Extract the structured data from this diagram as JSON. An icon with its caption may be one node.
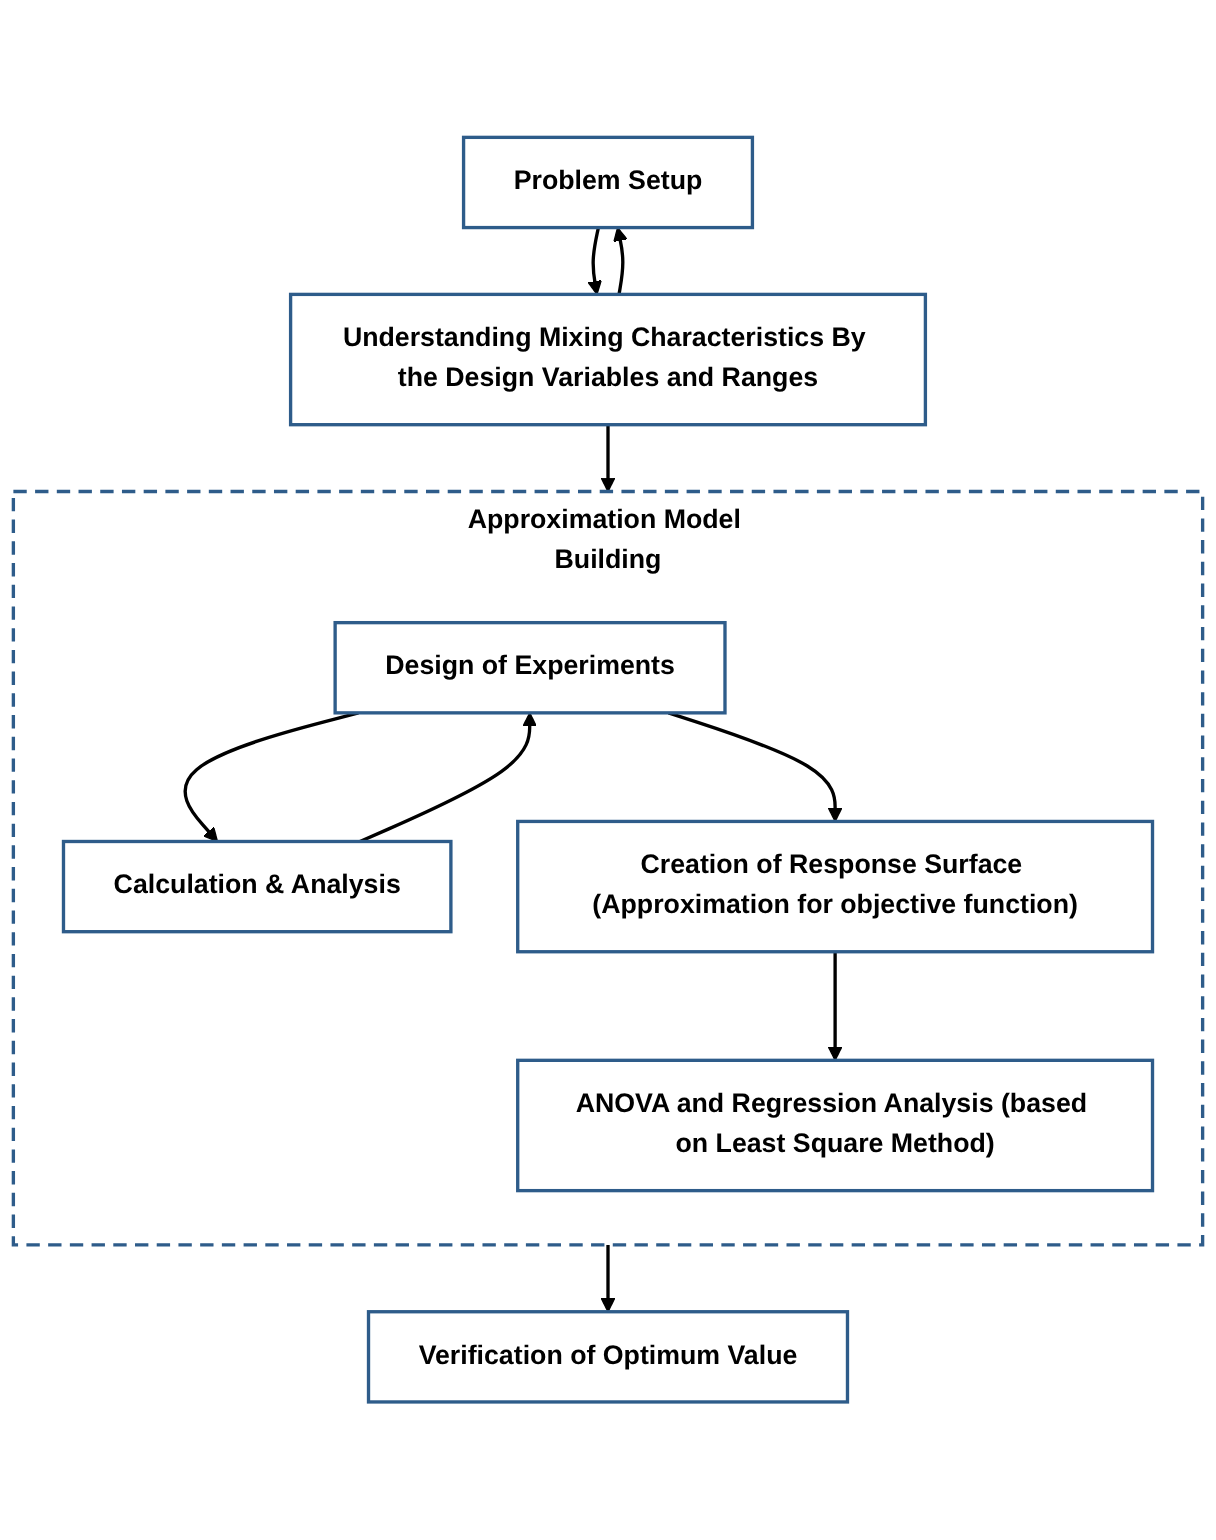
{
  "diagram": {
    "nodes": [
      {
        "text": [
          "Problem Setup"
        ]
      },
      {
        "text": [
          "Understanding Mixing Characteristics By the Design Variables and Ranges"
        ]
      },
      {
        "text": [
          "Approximation Model Building"
        ]
      },
      {
        "text": [
          "Design of Experiments"
        ],
        "in": 2
      },
      {
        "text": [
          "Calculation & Analysis"
        ],
        "in": 2
      },
      {
        "text": [
          "Creation of Response Surface (Approximation for objective function)"
        ],
        "in": 2
      },
      {
        "text": [
          "ANOVA and Regression Analysis (based on Least Square Method)"
        ],
        "in": 2
      },
      {
        "text": [
          "Verification of Optimum Value"
        ]
      }
    ],
    "edges": [
      {
        "from": 0,
        "to": 1,
        "arrow": "to"
      },
      {
        "from": 1,
        "to": 0,
        "arrow": "to"
      },
      {
        "from": 1,
        "to": 2,
        "arrow": "to"
      },
      {
        "from": 3,
        "to": 4,
        "arrow": "to"
      },
      {
        "from": 4,
        "to": 3,
        "arrow": "to"
      },
      {
        "from": 3,
        "to": 5,
        "arrow": "to"
      },
      {
        "from": 5,
        "to": 6,
        "arrow": "to"
      },
      {
        "from": 2,
        "to": 7,
        "arrow": "to"
      }
    ]
  }
}
